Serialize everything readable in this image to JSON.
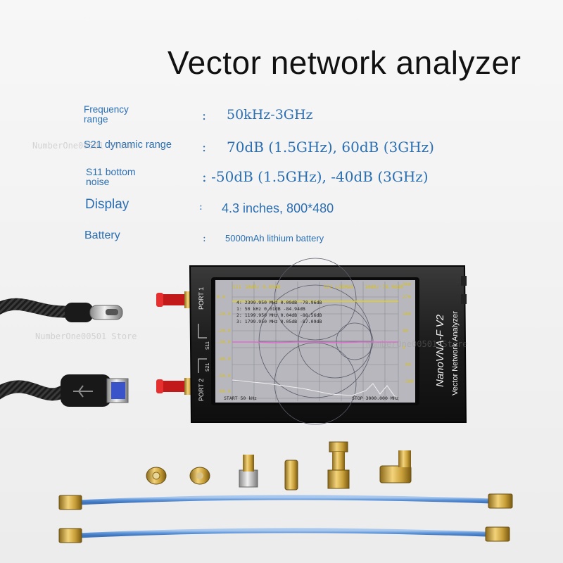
{
  "title": "Vector network analyzer",
  "specs": [
    {
      "label": "Frequency range",
      "value": "50kHz-3GHz"
    },
    {
      "label": "S21 dynamic range",
      "value": "70dB (1.5GHz), 60dB (3GHz)"
    },
    {
      "label": "S11 bottom noise",
      "value": "-50dB (1.5GHz), -40dB (3GHz)"
    },
    {
      "label": "Display",
      "value": "4.3 inches, 800*480"
    },
    {
      "label": "Battery",
      "value": "5000mAh lithium battery"
    }
  ],
  "device": {
    "brand": "NanoVNA-F V2",
    "subtitle": "Vector Network Analyzer",
    "port1": "PORT 1",
    "port2": "PORT 2",
    "s11": "S11",
    "s21": "S21"
  },
  "watermark": "NumberOne00501 Store",
  "colors": {
    "spec_text": "#2b6fb3",
    "title": "#111111"
  }
}
